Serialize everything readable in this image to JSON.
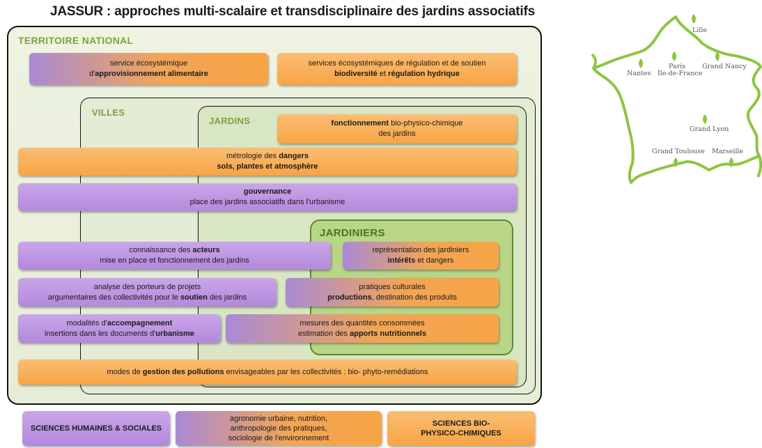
{
  "title": "JASSUR : approches multi-scalaire et transdisciplinaire des jardins associatifs",
  "frames": {
    "national": "TERRITOIRE NATIONAL",
    "villes": "VILLES",
    "jardins": "JARDINS",
    "jardiniers": "JARDINIERS"
  },
  "boxes": {
    "service_alim": {
      "l1": "service écosystémique",
      "l2_pre": "d'",
      "l2_b": "approvisionnement alimentaire"
    },
    "services_reg": {
      "l1": "services écosystémiques de régulation et de soutien",
      "l2_b1": "biodiversité",
      "l2_mid": " et ",
      "l2_b2": "régulation hydrique"
    },
    "fonctionnement": {
      "l1_b": "fonctionnement",
      "l1_rest": " bio-physico-chimique",
      "l2": "des jardins"
    },
    "metrologie": {
      "l1_pre": "métrologie des ",
      "l1_b": "dangers",
      "l2_b": "sols, plantes et atmosphère"
    },
    "gouvernance": {
      "l1_b": "gouvernance",
      "l2": "place des jardins associatifs dans l'urbanisme"
    },
    "connaissance": {
      "l1_pre": "connaissance des ",
      "l1_b": "acteurs",
      "l2": "mise en place et fonctionnement des jardins"
    },
    "representation": {
      "l1": "représentation des jardiniers",
      "l2_b": "intérêts",
      "l2_rest": " et dangers"
    },
    "analyse": {
      "l1": "analyse des porteurs de projets",
      "l2_pre": "argumentaires des collectivités pour le ",
      "l2_b": "soutien",
      "l2_post": " des jardins"
    },
    "pratiques": {
      "l1": "pratiques culturales",
      "l2_b": "productions",
      "l2_rest": ", destination des produits"
    },
    "modalites": {
      "l1_pre": "modalités d'",
      "l1_b": "accompagnement",
      "l2_pre": "insertions dans les documents d'",
      "l2_b": "urbanisme"
    },
    "mesures": {
      "l1": "mesures des quantités consommées",
      "l2_pre": "estimation des ",
      "l2_b": "apports nutritionnels"
    },
    "modes": {
      "pre": "modes de ",
      "b": "gestion des pollutions",
      "post": " envisageables par les collectivités : bio- phyto-remédiations"
    }
  },
  "legend": {
    "shs": "SCIENCES HUMAINES & SOCIALES",
    "mixed_l1": "agronomie urbaine, nutrition,",
    "mixed_l2": "anthropologie des pratiques,",
    "mixed_l3": "sociologie de l'environnement",
    "bio_l1": "SCIENCES BIO-",
    "bio_l2": "PHYSICO-CHIMIQUES"
  },
  "map": {
    "cities": [
      "Lille",
      "Nantes",
      "Paris",
      "Ile-de-France",
      "Grand Nancy",
      "Grand Lyon",
      "Grand Toulouse",
      "Marseille"
    ]
  },
  "colors": {
    "orange": "#f7a445",
    "purple": "#b389dc",
    "green_label": "#7aa33e",
    "map_outline": "#8cc63f"
  }
}
